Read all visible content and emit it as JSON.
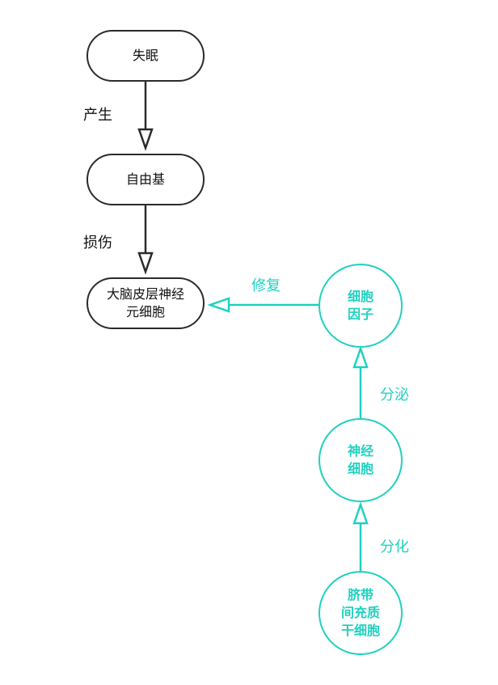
{
  "nodes": {
    "insomnia": "失眠",
    "free_radical": "自由基",
    "cortex_neuron": "大脑皮层神经\n元细胞",
    "cytokine": "细胞\n因子",
    "neural_cell": "神经\n细胞",
    "umbilical_msc": "脐带\n间充质\n干细胞"
  },
  "edges": {
    "produce": "产生",
    "damage": "损伤",
    "repair": "修复",
    "secrete": "分泌",
    "differentiate": "分化"
  },
  "colors": {
    "black_stroke": "#2b2b2b",
    "teal_stroke": "#1fd1bf"
  }
}
